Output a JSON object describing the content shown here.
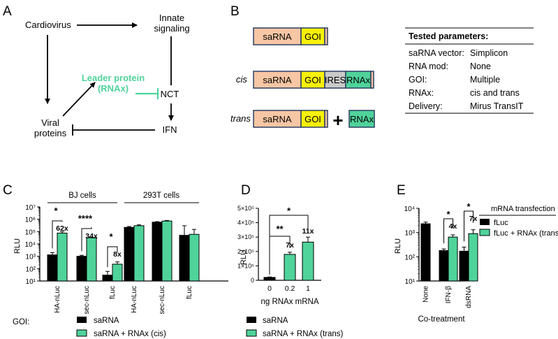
{
  "panel_letters": [
    "A",
    "B",
    "C",
    "D",
    "E"
  ],
  "diagram": {
    "nodes": {
      "cardiovirus": "Cardiovirus",
      "innate_line1": "Innate",
      "innate_line2": "signaling",
      "nct": "NCT",
      "ifn": "IFN",
      "viral_line1": "Viral",
      "viral_line2": "proteins",
      "leader_line1": "Leader protein",
      "leader_line2": "(RNAx)"
    },
    "colors": {
      "leader": "#4fd39b"
    }
  },
  "constructs": {
    "rows": [
      {
        "prefix": "",
        "boxes": [
          "saRNA",
          "GOI"
        ]
      },
      {
        "prefix": "cis",
        "boxes": [
          "saRNA",
          "GOI",
          "IRES",
          "RNAx"
        ]
      },
      {
        "prefix": "trans",
        "boxes": [
          "saRNA",
          "GOI"
        ],
        "plus": "+",
        "extra": "RNAx"
      }
    ],
    "colors": {
      "saRNA": "#f7c6a4",
      "GOI": "#f7f00a",
      "IRES": "#c9c9c9",
      "RNAx": "#4fd39b",
      "border": "#2c3e63"
    }
  },
  "params": {
    "header": "Tested parameters:",
    "rows": [
      [
        "saRNA vector:",
        "Simplicon"
      ],
      [
        "RNA mod:",
        "None"
      ],
      [
        "GOI:",
        "Multiple"
      ],
      [
        "RNAx:",
        "cis and trans"
      ],
      [
        "Delivery:",
        "Mirus TransIT"
      ]
    ]
  },
  "colors": {
    "black_series": "#000000",
    "green_series": "#4fd39b"
  },
  "chart_data": [
    {
      "panel": "C",
      "type": "bar",
      "ylabel": "RLU",
      "scale": "log",
      "ylim": [
        10,
        10000000
      ],
      "ytick_labels": [
        "10¹",
        "10²",
        "10³",
        "10⁴",
        "10⁵",
        "10⁶",
        "10⁷"
      ],
      "group_labels": [
        "BJ cells",
        "293T cells"
      ],
      "row_label": "GOI:",
      "categories": [
        "HA-nLuc",
        "sec-nLuc",
        "fLuc",
        "HA-nLuc",
        "sec-nLuc",
        "fLuc"
      ],
      "series": [
        {
          "name": "saRNA",
          "values": [
            1300,
            1000,
            30,
            220000,
            580000,
            50000
          ],
          "errors": [
            700,
            200,
            30,
            40000,
            60000,
            250000
          ]
        },
        {
          "name": "saRNA + RNAx (cis)",
          "values": [
            75000,
            32000,
            230,
            300000,
            720000,
            60000
          ],
          "errors": [
            25000,
            4000,
            120,
            50000,
            80000,
            90000
          ]
        }
      ],
      "annotations": [
        {
          "star": "*",
          "fold": "62x"
        },
        {
          "star": "****",
          "fold": "34x"
        },
        {
          "star": "*",
          "fold": "8x"
        }
      ]
    },
    {
      "panel": "D",
      "type": "bar",
      "ylabel": "RLU",
      "xlabel": "ng RNAx mRNA",
      "ylim": [
        0,
        500000
      ],
      "ytick_labels": [
        "0",
        "1×10⁵",
        "2×10⁵",
        "3×10⁵",
        "4×10⁵",
        "5×10⁵"
      ],
      "categories": [
        "0",
        "0.2",
        "1"
      ],
      "series": [
        {
          "name": "saRNA",
          "values": [
            20000,
            null,
            null
          ],
          "errors": [
            3000,
            null,
            null
          ]
        },
        {
          "name": "saRNA + RNAx (trans)",
          "values": [
            null,
            180000,
            265000
          ],
          "errors": [
            null,
            15000,
            35000
          ]
        }
      ],
      "annotations": [
        {
          "stars": "**",
          "fold": "7x"
        },
        {
          "stars": "*",
          "fold": "11x"
        }
      ]
    },
    {
      "panel": "E",
      "type": "bar",
      "ylabel": "RLU",
      "xlabel": "Co-treatment",
      "scale": "log",
      "ylim": [
        10,
        10000
      ],
      "ytick_labels": [
        "10¹",
        "10²",
        "10³",
        "10⁴"
      ],
      "categories": [
        "None",
        "IFN-β",
        "dsRNA"
      ],
      "legend_title": "mRNA transfection",
      "series": [
        {
          "name": "fLuc",
          "values": [
            2300,
            180,
            170
          ],
          "errors": [
            400,
            30,
            80
          ]
        },
        {
          "name": "fLuc + RNAx (trans)",
          "values": [
            null,
            650,
            900
          ],
          "errors": [
            null,
            150,
            400
          ]
        }
      ],
      "annotations": [
        {
          "star": "*",
          "fold": "4x"
        },
        {
          "star": "*",
          "fold": "7x"
        }
      ]
    }
  ]
}
